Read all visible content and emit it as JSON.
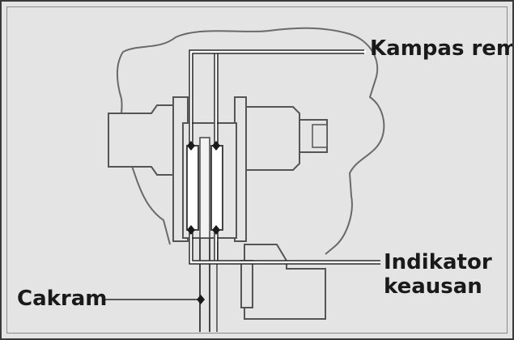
{
  "diagram": {
    "labels": {
      "brake_pads": "Kampas rem",
      "wear_indicator_line1": "Indikator",
      "wear_indicator_line2": "keausan",
      "disc": "Cakram"
    },
    "colors": {
      "background": "#e4e4e4",
      "outline": "#555555",
      "callout": "#1a1a1a"
    }
  }
}
